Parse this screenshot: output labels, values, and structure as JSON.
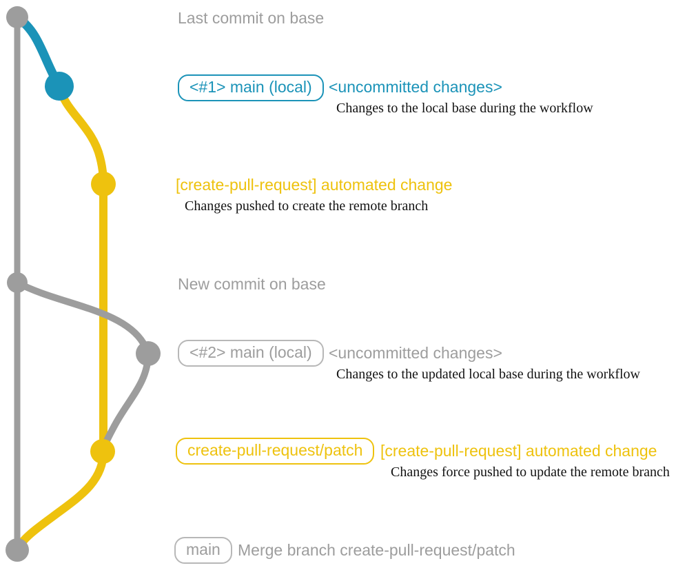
{
  "colors": {
    "gray": "#9d9d9d",
    "border-gray": "#b7b7b7",
    "blue": "#1b93b8",
    "yellow": "#eec20e",
    "dark": "#121212"
  },
  "graph": {
    "commit_names": [
      "last-commit-on-base",
      "main-local-1",
      "create-pull-request-commit-1",
      "new-commit-on-base",
      "main-local-2",
      "create-pull-request-commit-2",
      "merge-commit"
    ]
  },
  "annotations": {
    "last_commit_label": "Last commit on base",
    "section1": {
      "badge": "<#1> main (local)",
      "status": "<uncommitted changes>",
      "description": "Changes to the local base during the workflow"
    },
    "auto_change1": {
      "title": "[create-pull-request] automated change",
      "description": "Changes pushed to create the remote branch"
    },
    "new_commit_label": "New commit on base",
    "section2": {
      "badge": "<#2> main (local)",
      "status": "<uncommitted changes>",
      "description": "Changes to the updated local base during the workflow"
    },
    "auto_change2": {
      "badge": "create-pull-request/patch",
      "title": "[create-pull-request] automated change",
      "description": "Changes force pushed to update the remote branch"
    },
    "merge": {
      "badge": "main",
      "text": "Merge branch create-pull-request/patch"
    }
  }
}
